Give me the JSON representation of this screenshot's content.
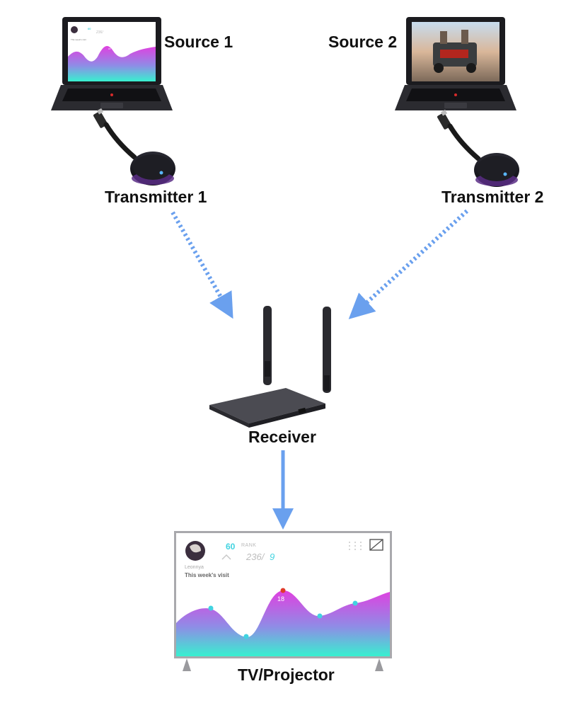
{
  "labels": {
    "source1": "Source 1",
    "source2": "Source 2",
    "transmitter1": "Transmitter 1",
    "transmitter2": "Transmitter 2",
    "receiver": "Receiver",
    "tv": "TV/Projector"
  },
  "tv_screen": {
    "score": "60",
    "rank_label": "RANK",
    "ratio_main": "236/",
    "ratio_accent": "9",
    "user": "Leonnya",
    "visit_title": "This week's visit",
    "peak_value": "18"
  },
  "colors": {
    "arrow": "#6aa0ee",
    "wave_top": "#e040e0",
    "wave_bottom": "#38f0d0",
    "accent": "#41d3e0",
    "peak_dot": "#e03a2a"
  }
}
